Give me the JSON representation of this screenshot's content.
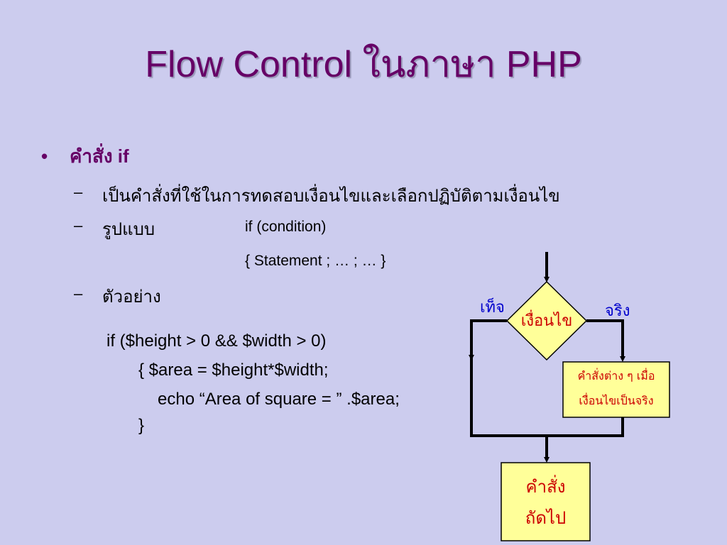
{
  "slide": {
    "title": "Flow Control ในภาษา PHP",
    "bullet": {
      "marker": "•",
      "text": "คำสั่ง if"
    },
    "sub_items": [
      {
        "dash": "–",
        "text": "เป็นคำสั่งที่ใช้ในการทดสอบเงื่อนไขและเลือกปฏิบัติตามเงื่อนไข"
      },
      {
        "dash": "–",
        "text": "รูปแบบ"
      },
      {
        "dash": "–",
        "text": "ตัวอย่าง"
      }
    ],
    "syntax": {
      "line1": "if (condition)",
      "line2": "{ Statement ; … ; … }"
    },
    "code": {
      "line1": "if ($height > 0 && $width > 0)",
      "line2": "{ $area = $height*$width;",
      "line3": "echo “Area of square = ” .$area;",
      "line4": "}"
    }
  },
  "flowchart": {
    "false_label": "เท็จ",
    "true_label": "จริง",
    "condition_label": "เงื่อนไข",
    "true_box": {
      "line1": "คำสั่งต่าง ๆ เมื่อ",
      "line2": "เงื่อนไขเป็นจริง"
    },
    "next_box": {
      "line1": "คำสั่ง",
      "line2": "ถัดไป"
    },
    "colors": {
      "box_fill": "#ffff99",
      "box_text": "#cc0000",
      "label_text": "#0000cc",
      "title": "#660066"
    }
  }
}
